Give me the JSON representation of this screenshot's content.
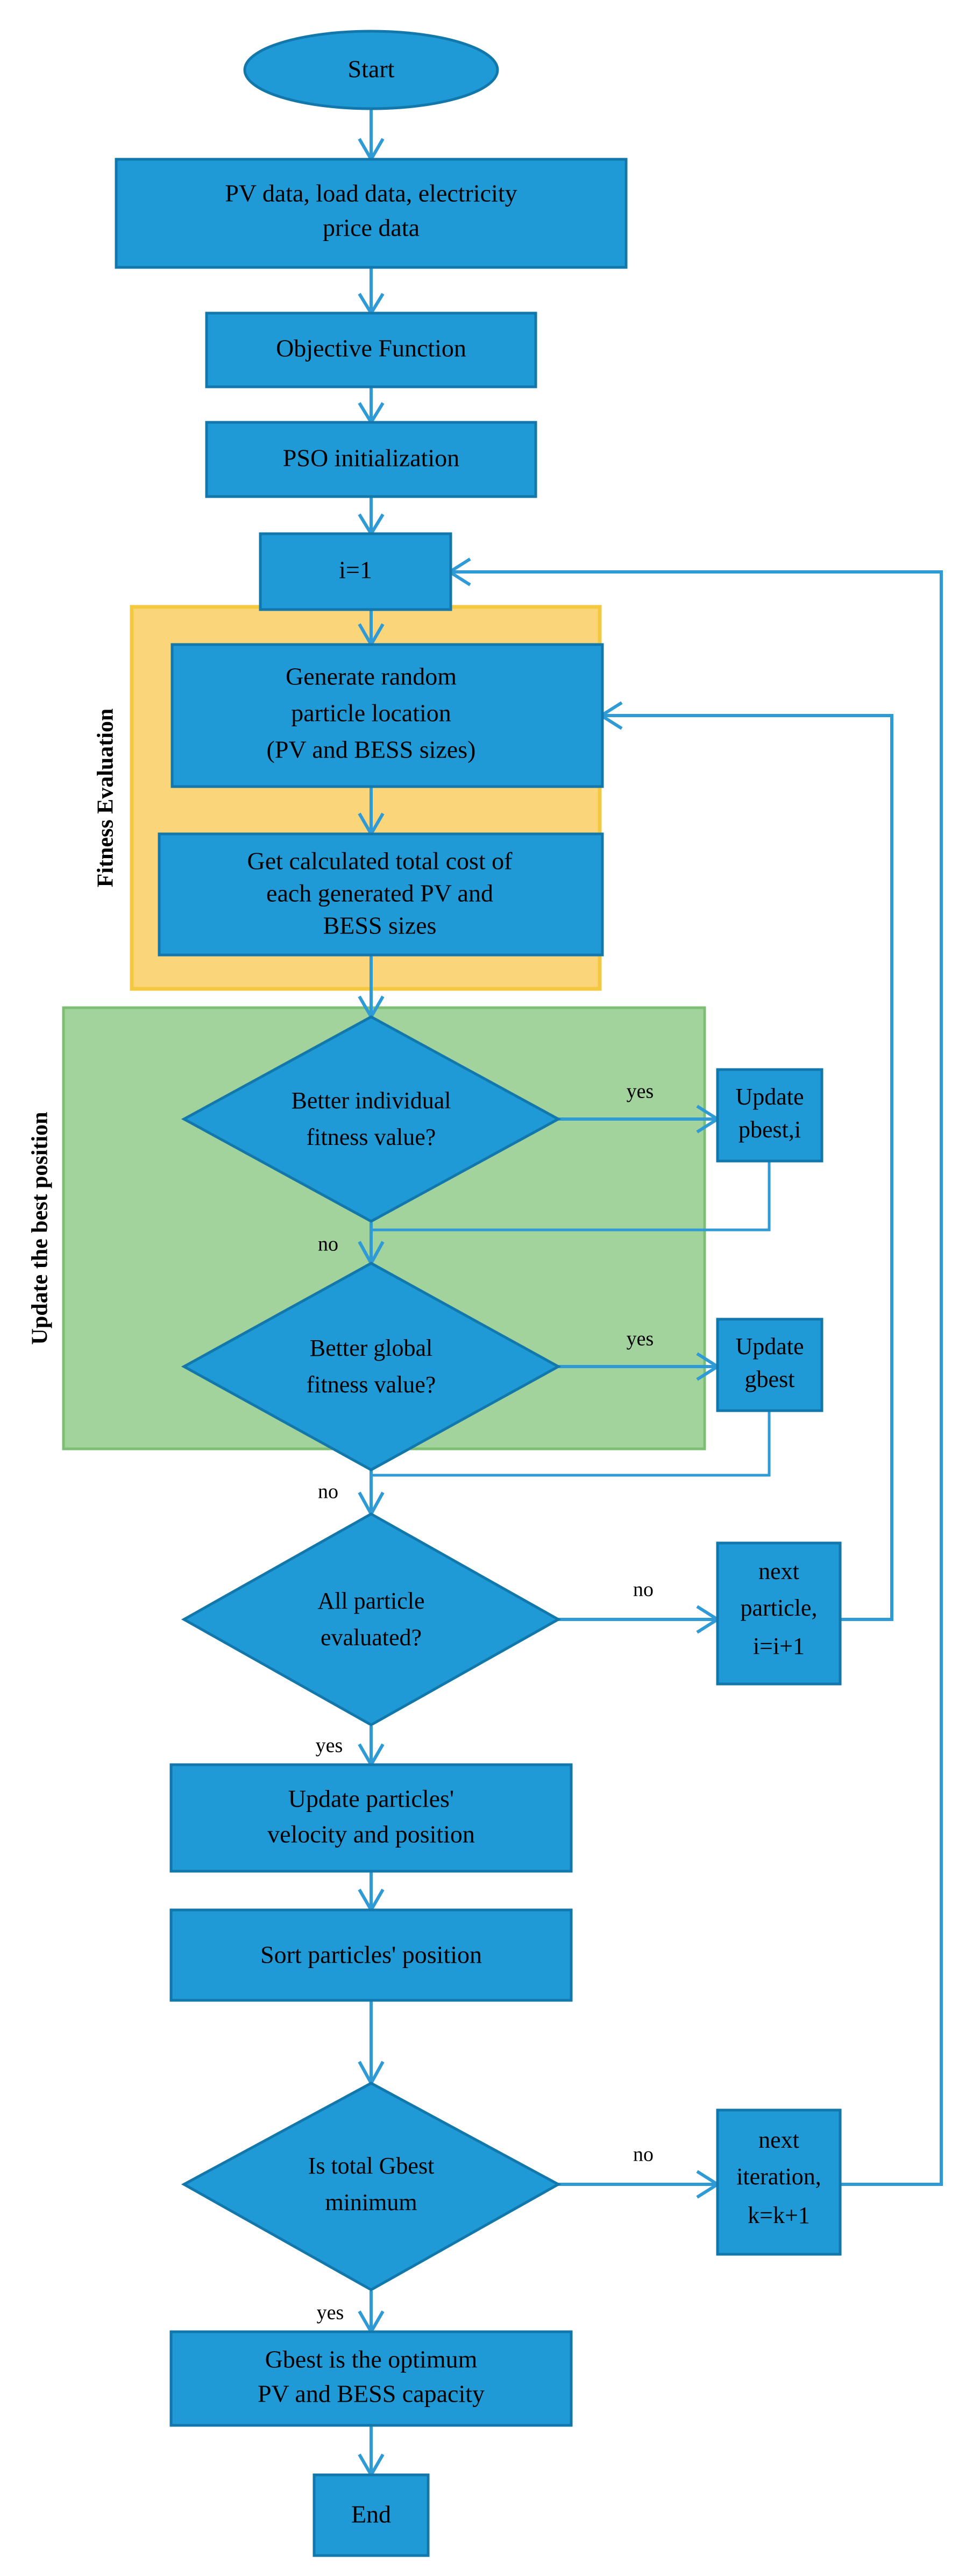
{
  "diagram": {
    "title": "PSO optimization flowchart for PV and BESS sizing",
    "colors": {
      "node_fill": "#1f9ad6",
      "node_stroke": "#1277ab",
      "connector": "#2e9bd6",
      "fitness_group_fill": "#fbd57a",
      "fitness_group_stroke": "#f5c93f",
      "update_group_fill": "#a3d39c",
      "update_group_stroke": "#7cbf74",
      "text": "#000000",
      "background": "#ffffff"
    }
  },
  "groups": [
    {
      "id": "fitness-evaluation",
      "label": "Fitness Evaluation",
      "fill": "#fbd57a"
    },
    {
      "id": "update-best-position",
      "label": "Update the best position",
      "fill": "#a3d39c"
    }
  ],
  "nodes": [
    {
      "id": "start",
      "shape": "ellipse",
      "lines": [
        "Start"
      ]
    },
    {
      "id": "input-data",
      "shape": "rectangle",
      "lines": [
        "PV data, load data, electricity",
        "price data"
      ]
    },
    {
      "id": "objective-function",
      "shape": "rectangle",
      "lines": [
        "Objective Function"
      ]
    },
    {
      "id": "pso-initialization",
      "shape": "rectangle",
      "lines": [
        "PSO initialization"
      ]
    },
    {
      "id": "i-equals-1",
      "shape": "rectangle",
      "lines": [
        "i=1"
      ]
    },
    {
      "id": "generate-particle",
      "shape": "rectangle",
      "lines": [
        "Generate random",
        "particle location",
        "(PV and BESS sizes)"
      ]
    },
    {
      "id": "get-total-cost",
      "shape": "rectangle",
      "lines": [
        "Get calculated total cost of",
        "each generated PV and",
        "BESS sizes"
      ]
    },
    {
      "id": "better-individual",
      "shape": "diamond",
      "lines": [
        "Better individual",
        "fitness value?"
      ]
    },
    {
      "id": "update-pbest",
      "shape": "rectangle",
      "lines": [
        "Update",
        "pbest,i"
      ]
    },
    {
      "id": "better-global",
      "shape": "diamond",
      "lines": [
        "Better global",
        "fitness value?"
      ]
    },
    {
      "id": "update-gbest",
      "shape": "rectangle",
      "lines": [
        "Update",
        "gbest"
      ]
    },
    {
      "id": "all-particle",
      "shape": "diamond",
      "lines": [
        "All particle",
        "evaluated?"
      ]
    },
    {
      "id": "next-particle",
      "shape": "rectangle",
      "lines": [
        "next",
        "particle,",
        "i=i+1"
      ]
    },
    {
      "id": "update-velocity",
      "shape": "rectangle",
      "lines": [
        "Update particles'",
        "velocity and position"
      ]
    },
    {
      "id": "sort-position",
      "shape": "rectangle",
      "lines": [
        "Sort particles' position"
      ]
    },
    {
      "id": "is-gbest-minimum",
      "shape": "diamond",
      "lines": [
        "Is total Gbest",
        "minimum"
      ]
    },
    {
      "id": "next-iteration",
      "shape": "rectangle",
      "lines": [
        "next",
        "iteration,",
        "k=k+1"
      ]
    },
    {
      "id": "gbest-optimum",
      "shape": "rectangle",
      "lines": [
        "Gbest is the optimum",
        "PV and BESS capacity"
      ]
    },
    {
      "id": "end",
      "shape": "rectangle",
      "lines": [
        "End"
      ]
    }
  ],
  "edge_labels": [
    {
      "id": "label-yes-individual",
      "text": "yes"
    },
    {
      "id": "label-no-individual",
      "text": "no"
    },
    {
      "id": "label-yes-global",
      "text": "yes"
    },
    {
      "id": "label-no-global",
      "text": "no"
    },
    {
      "id": "label-no-all-particle",
      "text": "no"
    },
    {
      "id": "label-yes-all-particle",
      "text": "yes"
    },
    {
      "id": "label-no-gbest",
      "text": "no"
    },
    {
      "id": "label-yes-gbest",
      "text": "yes"
    }
  ]
}
